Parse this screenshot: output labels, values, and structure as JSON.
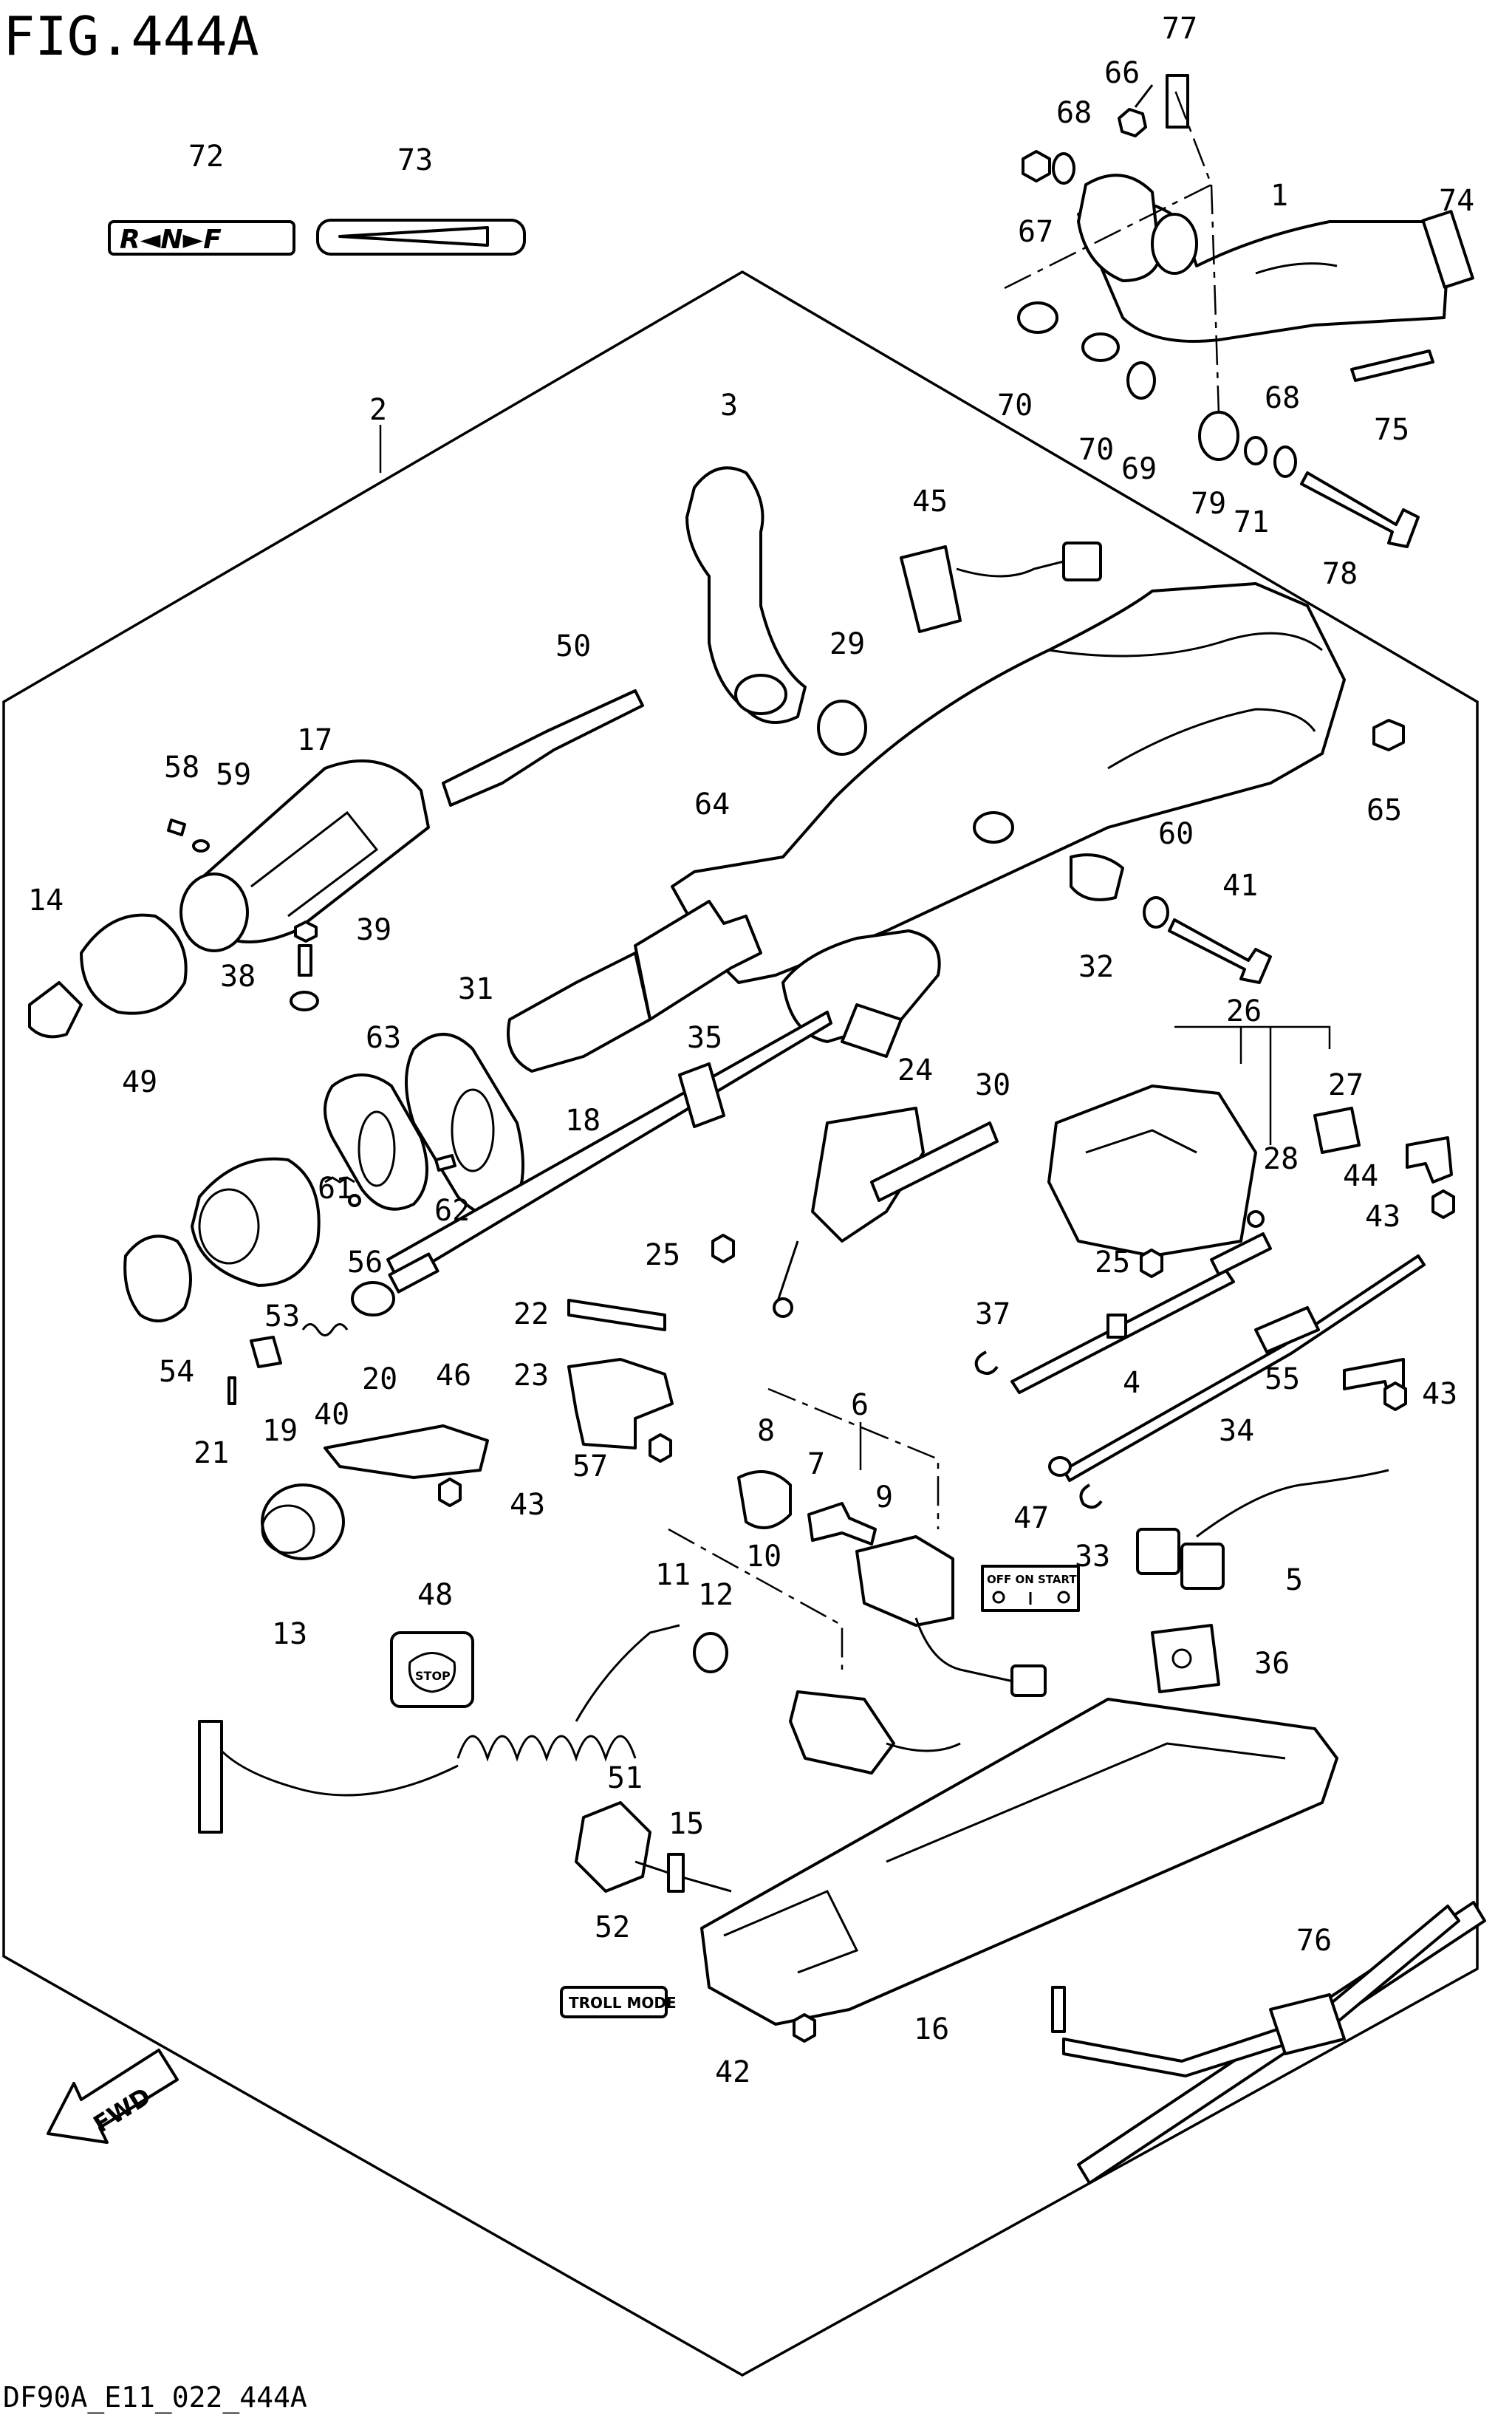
{
  "figure": {
    "title": "FIG.444A",
    "code": "DF90A_E11_022_444A"
  },
  "tags": {
    "shift_indicator": "R◄N►F",
    "ignition_positions": "OFF ON START",
    "stop_label": "STOP",
    "troll_mode": "TROLL MODE",
    "fwd": "FWD"
  },
  "callouts": {
    "c1": "1",
    "c2": "2",
    "c3": "3",
    "c4": "4",
    "c5": "5",
    "c6": "6",
    "c7": "7",
    "c8": "8",
    "c9": "9",
    "c10": "10",
    "c11": "11",
    "c12": "12",
    "c13": "13",
    "c14": "14",
    "c15": "15",
    "c16": "16",
    "c17": "17",
    "c18": "18",
    "c19": "19",
    "c20": "20",
    "c21": "21",
    "c22": "22",
    "c23": "23",
    "c24": "24",
    "c25a": "25",
    "c25b": "25",
    "c26": "26",
    "c27": "27",
    "c28": "28",
    "c29": "29",
    "c30": "30",
    "c31": "31",
    "c32": "32",
    "c33": "33",
    "c34": "34",
    "c35": "35",
    "c36": "36",
    "c37": "37",
    "c38": "38",
    "c39": "39",
    "c40": "40",
    "c41": "41",
    "c42": "42",
    "c43a": "43",
    "c43b": "43",
    "c43c": "43",
    "c44": "44",
    "c45": "45",
    "c46": "46",
    "c47": "47",
    "c48": "48",
    "c49": "49",
    "c50": "50",
    "c51": "51",
    "c52": "52",
    "c53": "53",
    "c54": "54",
    "c55": "55",
    "c56": "56",
    "c57": "57",
    "c58": "58",
    "c59": "59",
    "c60": "60",
    "c61": "61",
    "c62": "62",
    "c63": "63",
    "c64": "64",
    "c65": "65",
    "c66": "66",
    "c67": "67",
    "c68a": "68",
    "c68b": "68",
    "c69": "69",
    "c70a": "70",
    "c70b": "70",
    "c71": "71",
    "c72": "72",
    "c73": "73",
    "c74": "74",
    "c75": "75",
    "c76": "76",
    "c77": "77",
    "c78": "78",
    "c79": "79"
  }
}
